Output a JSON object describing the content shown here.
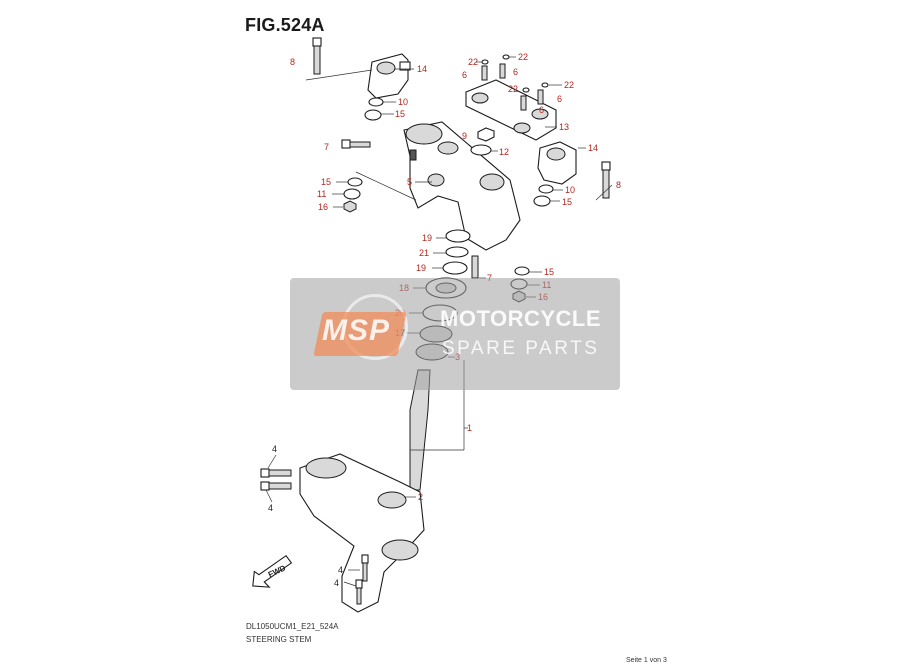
{
  "figure": {
    "title": "FIG.524A",
    "model_code": "DL1050UCM1_E21_524A",
    "description": "STEERING STEM",
    "page_indicator": "Seite 1 von 3"
  },
  "watermark": {
    "logo": "MSP",
    "line1": "MOTORCYCLE",
    "line2": "SPARE PARTS"
  },
  "fwd_label": "FWD",
  "callouts": {
    "c1": "1",
    "c2": "2",
    "c3": "3",
    "c4a": "4",
    "c4b": "4",
    "c4c": "4",
    "c4d": "4",
    "c5": "5",
    "c6a": "6",
    "c6b": "6",
    "c6c": "6",
    "c6d": "6",
    "c7a": "7",
    "c7b": "7",
    "c8a": "8",
    "c8b": "8",
    "c9": "9",
    "c10a": "10",
    "c10b": "10",
    "c11a": "11",
    "c11b": "11",
    "c12": "12",
    "c13": "13",
    "c14a": "14",
    "c14b": "14",
    "c15a": "15",
    "c15b": "15",
    "c15c": "15",
    "c15d": "15",
    "c16a": "16",
    "c16b": "16",
    "c17": "17",
    "c18": "18",
    "c19a": "19",
    "c19b": "19",
    "c20": "20",
    "c21": "21",
    "c22a": "22",
    "c22b": "22",
    "c22c": "22",
    "c22d": "22"
  },
  "colors": {
    "callout_red": "#b3261e",
    "watermark_grey": "#a0a0a0",
    "watermark_orange": "#f08c5a"
  }
}
